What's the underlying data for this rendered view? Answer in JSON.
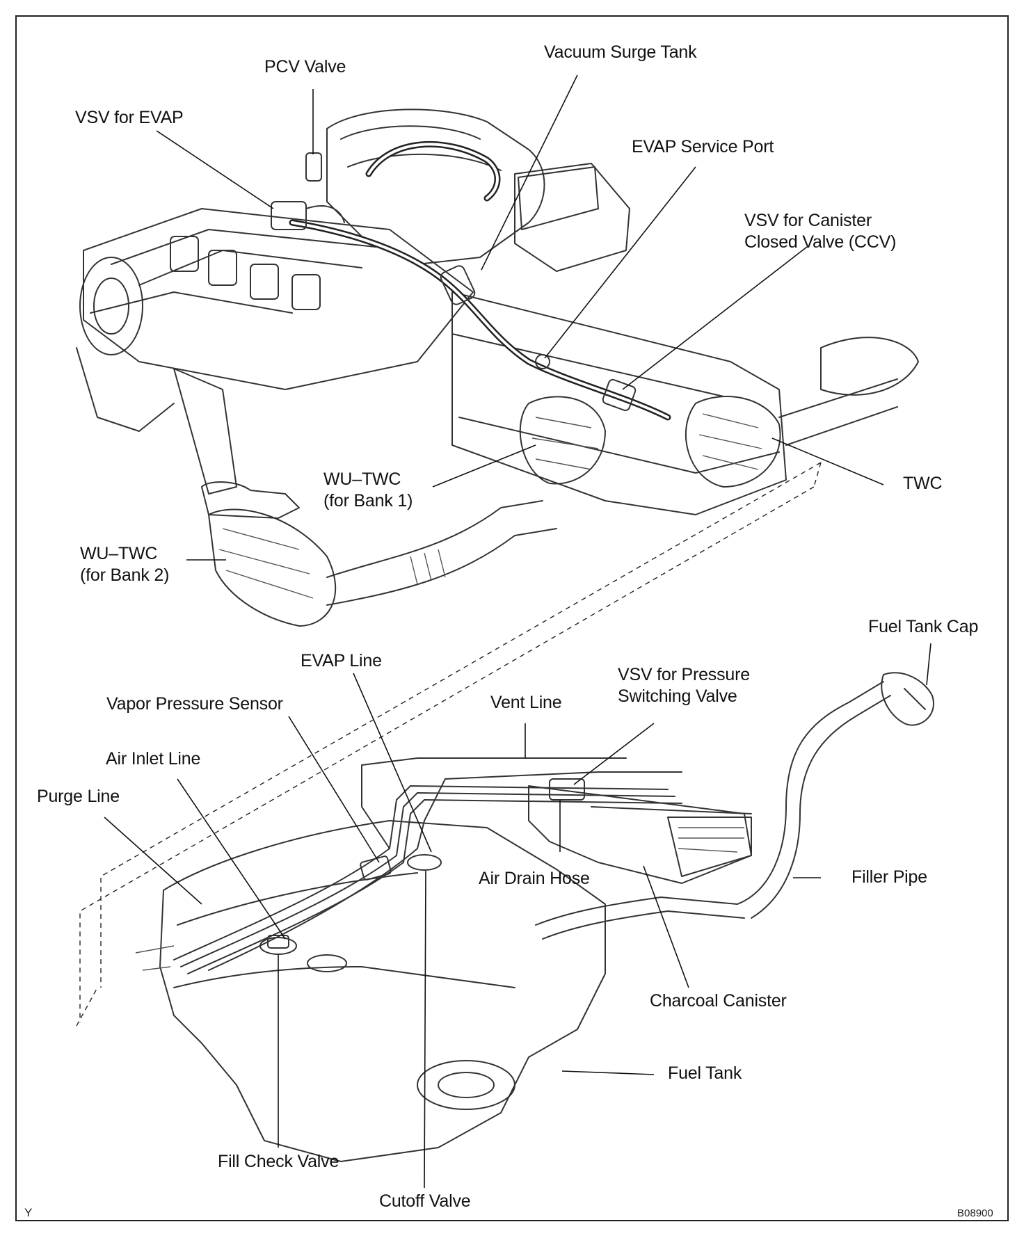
{
  "labels": {
    "pcv_valve": "PCV Valve",
    "vacuum_surge_tank": "Vacuum Surge Tank",
    "vsv_for_evap": "VSV for EVAP",
    "evap_service_port": "EVAP Service Port",
    "vsv_ccv_line1": "VSV for Canister",
    "vsv_ccv_line2": "Closed Valve (CCV)",
    "twc": "TWC",
    "wu_twc_bank1_line1": "WU–TWC",
    "wu_twc_bank1_line2": "(for Bank 1)",
    "wu_twc_bank2_line1": "WU–TWC",
    "wu_twc_bank2_line2": "(for Bank 2)",
    "fuel_tank_cap": "Fuel Tank Cap",
    "evap_line": "EVAP Line",
    "vsv_psv_line1": "VSV for Pressure",
    "vsv_psv_line2": "Switching Valve",
    "vapor_pressure_sensor": "Vapor Pressure Sensor",
    "vent_line": "Vent Line",
    "air_inlet_line": "Air Inlet Line",
    "purge_line": "Purge Line",
    "air_drain_hose": "Air Drain Hose",
    "filler_pipe": "Filler Pipe",
    "charcoal_canister": "Charcoal Canister",
    "fuel_tank": "Fuel Tank",
    "fill_check_valve": "Fill Check Valve",
    "cutoff_valve": "Cutoff Valve"
  },
  "corner": {
    "left_mark": "Y",
    "figure_code": "B08900"
  }
}
